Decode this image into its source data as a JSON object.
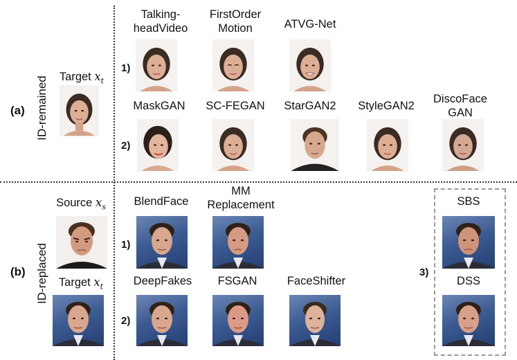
{
  "sections": {
    "a_label": "(a)",
    "a_side": "ID-remained",
    "b_label": "(b)",
    "b_side": "ID-replaced"
  },
  "targets": {
    "target_a": "Target",
    "source_b": "Source",
    "target_b": "Target",
    "var_t": "x",
    "var_t_sub": "t",
    "var_s": "x",
    "var_s_sub": "s"
  },
  "rows": {
    "a1": {
      "num": "1)",
      "methods": [
        "Talking-headVideo",
        "FirstOrder Motion",
        "ATVG-Net"
      ]
    },
    "a2": {
      "num": "2)",
      "methods": [
        "MaskGAN",
        "SC-FEGAN",
        "StarGAN2",
        "StyleGAN2",
        "DiscoFace GAN"
      ]
    },
    "b1": {
      "num": "1)",
      "methods": [
        "BlendFace",
        "MM Replacement"
      ]
    },
    "b2": {
      "num": "2)",
      "methods": [
        "DeepFakes",
        "FSGAN",
        "FaceShifter"
      ]
    },
    "b3": {
      "num": "3)",
      "methods": [
        "SBS",
        "DSS"
      ]
    }
  },
  "labels_split": {
    "talking_1": "Talking-",
    "talking_2": "headVideo",
    "first_1": "FirstOrder",
    "first_2": "Motion",
    "disco_1": "DiscoFace",
    "disco_2": "GAN",
    "mm_1": "MM",
    "mm_2": "Replacement"
  }
}
